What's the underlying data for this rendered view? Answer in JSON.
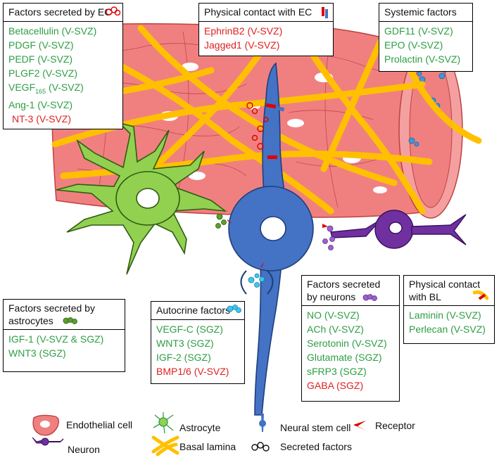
{
  "boxes": {
    "ec_secreted": {
      "title": "Factors secreted by EC",
      "items": [
        {
          "text": "Betacellulin (V-SVZ)",
          "color": "green"
        },
        {
          "text": "PDGF (V-SVZ)",
          "color": "green"
        },
        {
          "text": "PEDF (V-SVZ)",
          "color": "green"
        },
        {
          "text": "PLGF2 (V-SVZ)",
          "color": "green"
        },
        {
          "text": "VEGF",
          "sub": "165",
          "rest": " (V-SVZ)",
          "color": "green"
        },
        {
          "text": "Ang-1 (V-SVZ)",
          "color": "green"
        },
        {
          "text": "NT-3 (V-SVZ)",
          "color": "red"
        }
      ]
    },
    "ec_contact": {
      "title": "Physical contact with EC",
      "items": [
        {
          "text": "EphrinB2 (V-SVZ)",
          "color": "red"
        },
        {
          "text": "Jagged1 (V-SVZ)",
          "color": "red"
        }
      ]
    },
    "systemic": {
      "title": "Systemic factors",
      "items": [
        {
          "text": "GDF11 (V-SVZ)",
          "color": "green"
        },
        {
          "text": "EPO (V-SVZ)",
          "color": "green"
        },
        {
          "text": "Prolactin (V-SVZ)",
          "color": "green"
        }
      ]
    },
    "astrocytes": {
      "title_line1": "Factors secreted by",
      "title_line2": "astrocytes",
      "items": [
        {
          "text": "IGF-1 (V-SVZ & SGZ)",
          "color": "green"
        },
        {
          "text": "WNT3 (SGZ)",
          "color": "green"
        }
      ]
    },
    "autocrine": {
      "title": "Autocrine factors",
      "items": [
        {
          "text": "VEGF-C (SGZ)",
          "color": "green"
        },
        {
          "text": "WNT3 (SGZ)",
          "color": "green"
        },
        {
          "text": "IGF-2 (SGZ)",
          "color": "green"
        },
        {
          "text": "BMP1/6 (V-SVZ)",
          "color": "red"
        }
      ]
    },
    "neurons": {
      "title_line1": "Factors secreted",
      "title_line2": "by neurons",
      "items": [
        {
          "text": "NO (V-SVZ)",
          "color": "green"
        },
        {
          "text": "ACh (V-SVZ)",
          "color": "green"
        },
        {
          "text": "Serotonin (V-SVZ)",
          "color": "green"
        },
        {
          "text": "Glutamate (SGZ)",
          "color": "green"
        },
        {
          "text": "sFRP3 (SGZ)",
          "color": "green"
        },
        {
          "text": "GABA (SGZ)",
          "color": "red"
        }
      ]
    },
    "bl_contact": {
      "title_line1": "Physical contact",
      "title_line2": "with BL",
      "items": [
        {
          "text": "Laminin (V-SVZ)",
          "color": "green"
        },
        {
          "text": "Perlecan (V-SVZ)",
          "color": "green"
        }
      ]
    }
  },
  "legend": {
    "endothelial": "Endothelial cell",
    "astrocyte": "Astrocyte",
    "nsc": "Neural stem cell",
    "receptor": "Receptor",
    "neuron": "Neuron",
    "basal_lamina": "Basal lamina",
    "secreted": "Secreted factors"
  },
  "colors": {
    "green_text": "#2e9e45",
    "red_text": "#e02020",
    "vessel": "#f08080",
    "basal_lamina": "#ffc000",
    "astrocyte": "#92d050",
    "nsc": "#4472c4",
    "neuron": "#7030a0",
    "receptor": "#e00000"
  }
}
